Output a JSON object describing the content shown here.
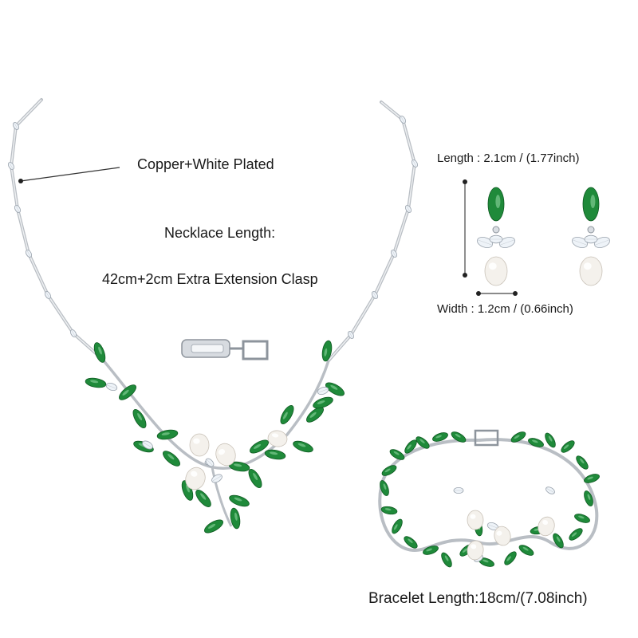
{
  "necklace": {
    "material_label": "Copper+White  Plated",
    "length_heading": "Necklace Length:",
    "length_value": "42cm+2cm Extra Extension Clasp"
  },
  "earrings": {
    "length_label": "Length : 2.1cm / (1.77inch)",
    "width_label": "Width : 1.2cm / (0.66inch)"
  },
  "bracelet": {
    "length_label": "Bracelet Length:18cm/(7.08inch)"
  },
  "colors": {
    "emerald": "#1f8a3a",
    "emerald_dark": "#0f5a22",
    "silver": "#b9bec4",
    "pearl": "#f4f1ec"
  }
}
